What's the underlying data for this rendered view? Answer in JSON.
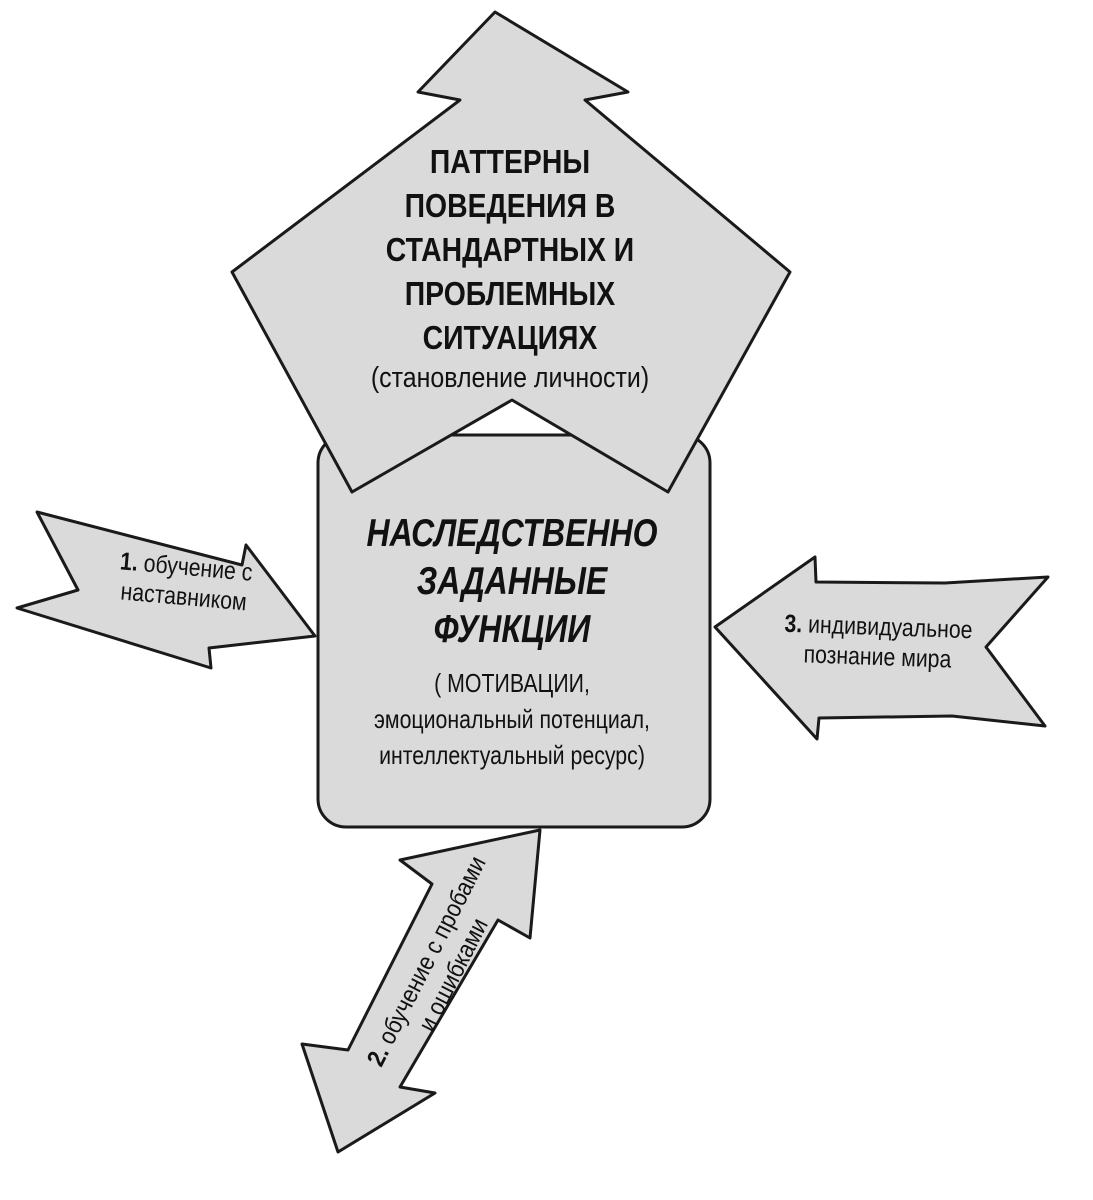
{
  "top_block": {
    "title": "ПАТТЕРНЫ\nПОВЕДЕНИЯ В\nСТАНДАРТНЫХ И\nПРОБЛЕМНЫХ\nСИТУАЦИЯХ",
    "note": "(становление личности)"
  },
  "center_block": {
    "title": "НАСЛЕДСТВЕННО\nЗАДАННЫЕ\nФУНКЦИИ",
    "note": "( МОТИВАЦИИ,\nэмоциональный потенциал,\nинтеллектуальный ресурс)"
  },
  "arrows": {
    "left": {
      "number": "1.",
      "text": " обучение с\nнаставником"
    },
    "bottom": {
      "number": "2.",
      "text": " обучение с пробами\nи ошибками"
    },
    "right": {
      "number": "3.",
      "text": " индивидуальное\nпознание мира"
    }
  },
  "colors": {
    "shape_fill": "#dadada",
    "outline": "#1a1a1a",
    "background": "#ffffff"
  }
}
